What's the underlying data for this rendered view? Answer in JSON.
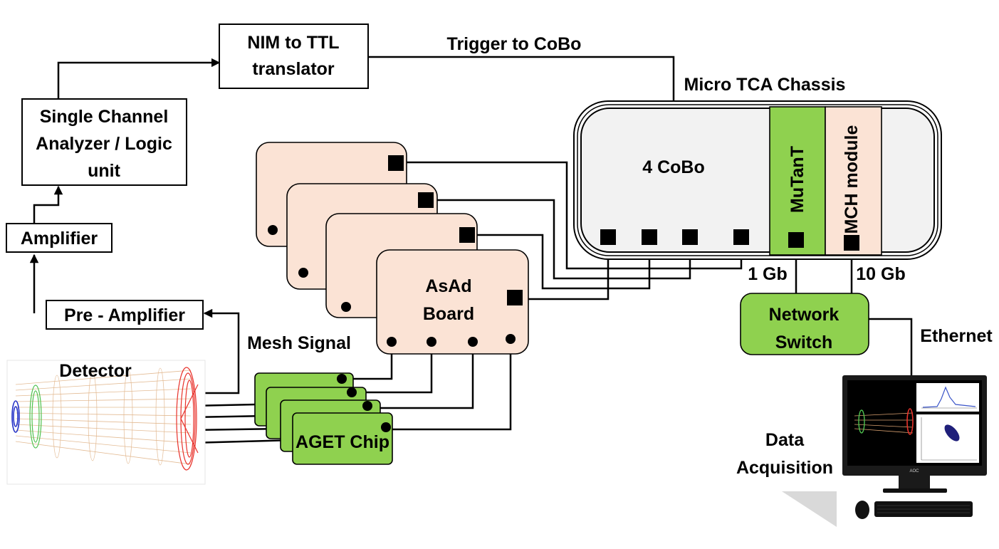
{
  "labels": {
    "nim_ttl_line1": "NIM to TTL",
    "nim_ttl_line2": "translator",
    "trigger": "Trigger to CoBo",
    "sca_line1": "Single Channel",
    "sca_line2": "Analyzer / Logic",
    "sca_line3": "unit",
    "amplifier": "Amplifier",
    "pre_amplifier": "Pre - Amplifier",
    "micro_tca": "Micro TCA Chassis",
    "cobo": "4 CoBo",
    "mutant": "MuTanT",
    "mch": "MCH module",
    "asad_line1": "AsAd",
    "asad_line2": "Board",
    "mesh_signal": "Mesh Signal",
    "detector": "Detector",
    "aget_chip": "AGET Chip",
    "one_gb": "1 Gb",
    "ten_gb": "10 Gb",
    "switch_line1": "Network",
    "switch_line2": "Switch",
    "ethernet": "Ethernet",
    "daq_line1": "Data",
    "daq_line2": "Acquisition",
    "monitor_brand": "AOC"
  },
  "colors": {
    "asad_fill": "#fbe3d5",
    "green_fill": "#8fd14f",
    "chassis_fill": "#f2f2f2",
    "detector_red": "#e8322b",
    "detector_green": "#4fc24f",
    "detector_blue": "#2431c7",
    "detector_tan": "#e0b489"
  },
  "icons": [
    "detector-image",
    "computer-monitor-icon",
    "keyboard-icon",
    "mouse-icon"
  ]
}
